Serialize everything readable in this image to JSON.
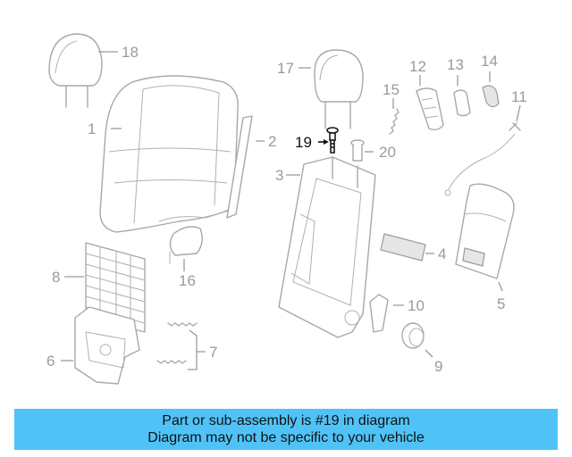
{
  "diagram": {
    "highlighted_part": "19",
    "callouts": {
      "c1": "1",
      "c2": "2",
      "c3": "3",
      "c4": "4",
      "c5": "5",
      "c6": "6",
      "c7": "7",
      "c8": "8",
      "c9": "9",
      "c10": "10",
      "c11": "11",
      "c12": "12",
      "c13": "13",
      "c14": "14",
      "c15": "15",
      "c16": "16",
      "c17": "17",
      "c18": "18",
      "c19": "19",
      "c20": "20"
    }
  },
  "banner": {
    "line1": "Part or sub-assembly is #19 in diagram",
    "line2": "Diagram may not be specific to your vehicle"
  },
  "colors": {
    "banner_bg": "#4fc3f7",
    "part_stroke": "#a8a8a8",
    "highlight": "#111111"
  }
}
